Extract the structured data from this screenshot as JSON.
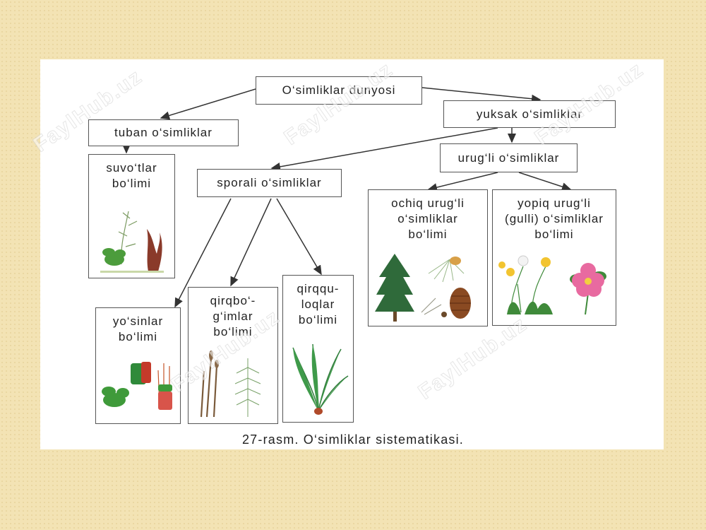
{
  "nodes": {
    "root": "O‘simliklar dunyosi",
    "tuban": "tuban o‘simliklar",
    "yuksak": "yuksak o‘simliklar",
    "urugli": "urug‘li o‘simliklar",
    "sporali": "sporali o‘simliklar"
  },
  "cards": {
    "suvotlar": "suvo‘tlar\nbo‘limi",
    "ochiq": "ochiq urug‘li\no‘simliklar\nbo‘limi",
    "yopiq": "yopiq urug‘li\n(gulli) o‘simliklar\nbo‘limi",
    "yosinlar": "yo‘sinlar\nbo‘limi",
    "qirqbogimlar": "qirqbo‘-\ng‘imlar\nbo‘limi",
    "qirqquloqlar": "qirqqu-\nloqlar\nbo‘limi"
  },
  "caption": "27-rasm. O‘simliklar sistematikasi.",
  "watermark": "FaylHub.uz",
  "colors": {
    "background": "#f3e3b4",
    "panel": "#ffffff",
    "leaf": "#3f8a3a",
    "flower_pink": "#e86aa0"
  }
}
